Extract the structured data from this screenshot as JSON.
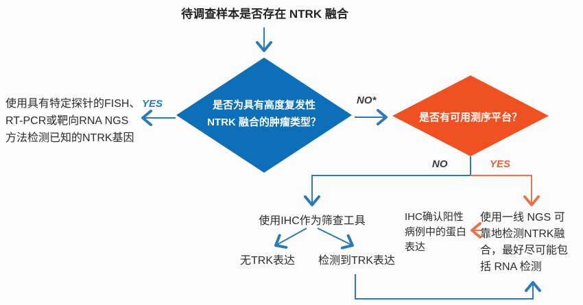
{
  "title": "待调查样本是否存在 NTRK 融合",
  "labels": {
    "yes_left": "YES",
    "no_star": "NO*",
    "no_down": "NO",
    "yes_down": "YES"
  },
  "nodes": {
    "blue_diamond": {
      "lines": [
        "是否为具有高度复发性",
        "NTRK 融合的肿瘤类型？"
      ]
    },
    "orange_diamond": {
      "label": "是否有可用测序平台？"
    },
    "fish_block": {
      "lines": [
        "使用具有特定探针的FISH、",
        "RT-PCR或靶向RNA NGS",
        "方法检测已知的NTRK基因"
      ]
    },
    "ihc_screening": {
      "label": "使用IHC作为筛查工具"
    },
    "no_trk": {
      "label": "无TRK表达"
    },
    "trk_detected": {
      "label": "检测到TRK表达"
    },
    "ihc_confirm": {
      "lines": [
        "IHC确认阳性",
        "病例中的蛋白",
        "表达"
      ]
    },
    "ngs_block": {
      "lines": [
        "使用一线 NGS 可",
        "靠地检测NTRK融",
        "合，最好尽可能包",
        "括 RNA 检测"
      ]
    }
  },
  "colors": {
    "blue_fill": "#0d6fb8",
    "orange_fill": "#f05123",
    "arrow_blue": "#2b79b5",
    "arrow_orange": "#e8744c",
    "diamond_text": "#ffffff",
    "text_dark": "#2b2b2b",
    "label_yes_blue": "#2b79b5",
    "label_yes_orange": "#e55f38"
  }
}
